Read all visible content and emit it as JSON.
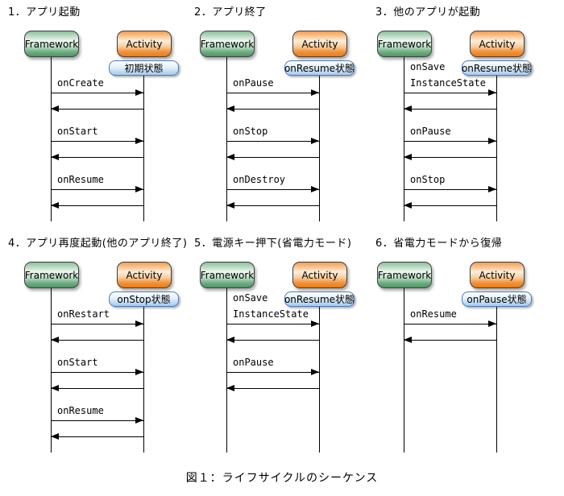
{
  "caption": "図１：ライフサイクルのシーケンス",
  "colors": {
    "background": "#ffffff",
    "box_border": "#3f3f3f",
    "framework_box_gradient": [
      "#8cc09b",
      "#eef7f0",
      "#bfe0c8",
      "#6fae81",
      "#4c9468"
    ],
    "activity_box_gradient": [
      "#f49d4c",
      "#fdeedd",
      "#f9cf9d",
      "#f1913a",
      "#ec7c14"
    ],
    "state_box_gradient": [
      "#fdfeff",
      "#e3f0fc",
      "#a6c9ec"
    ],
    "state_border": "#4a7cba",
    "line": "#000000",
    "text": "#000000"
  },
  "panels": [
    {
      "title": "1．アプリ起動",
      "framework_label": "Framework",
      "activity_label": "Activity",
      "state_label": "初期状態",
      "messages": [
        [
          "onCreate"
        ],
        [
          "onStart"
        ],
        [
          "onResume"
        ]
      ]
    },
    {
      "title": "2．アプリ終了",
      "framework_label": "Framework",
      "activity_label": "Activity",
      "state_label": "onResume状態",
      "messages": [
        [
          "onPause"
        ],
        [
          "onStop"
        ],
        [
          "onDestroy"
        ]
      ]
    },
    {
      "title": "3．他のアプリが起動",
      "framework_label": "Framework",
      "activity_label": "Activity",
      "state_label": "onResume状態",
      "messages": [
        [
          "onSave",
          "InstanceState"
        ],
        [
          "onPause"
        ],
        [
          "onStop"
        ]
      ]
    },
    {
      "title": "4．アプリ再度起動(他のアプリ終了)",
      "framework_label": "Framework",
      "activity_label": "Activity",
      "state_label": "onStop状態",
      "messages": [
        [
          "onRestart"
        ],
        [
          "onStart"
        ],
        [
          "onResume"
        ]
      ]
    },
    {
      "title": "5．電源キー押下(省電力モード)",
      "framework_label": "Framework",
      "activity_label": "Activity",
      "state_label": "onResume状態",
      "messages": [
        [
          "onSave",
          "InstanceState"
        ],
        [
          "onPause"
        ]
      ]
    },
    {
      "title": "6．省電力モードから復帰",
      "framework_label": "Framework",
      "activity_label": "Activity",
      "state_label": "onPause状態",
      "messages": [
        [
          "onResume"
        ]
      ]
    }
  ]
}
